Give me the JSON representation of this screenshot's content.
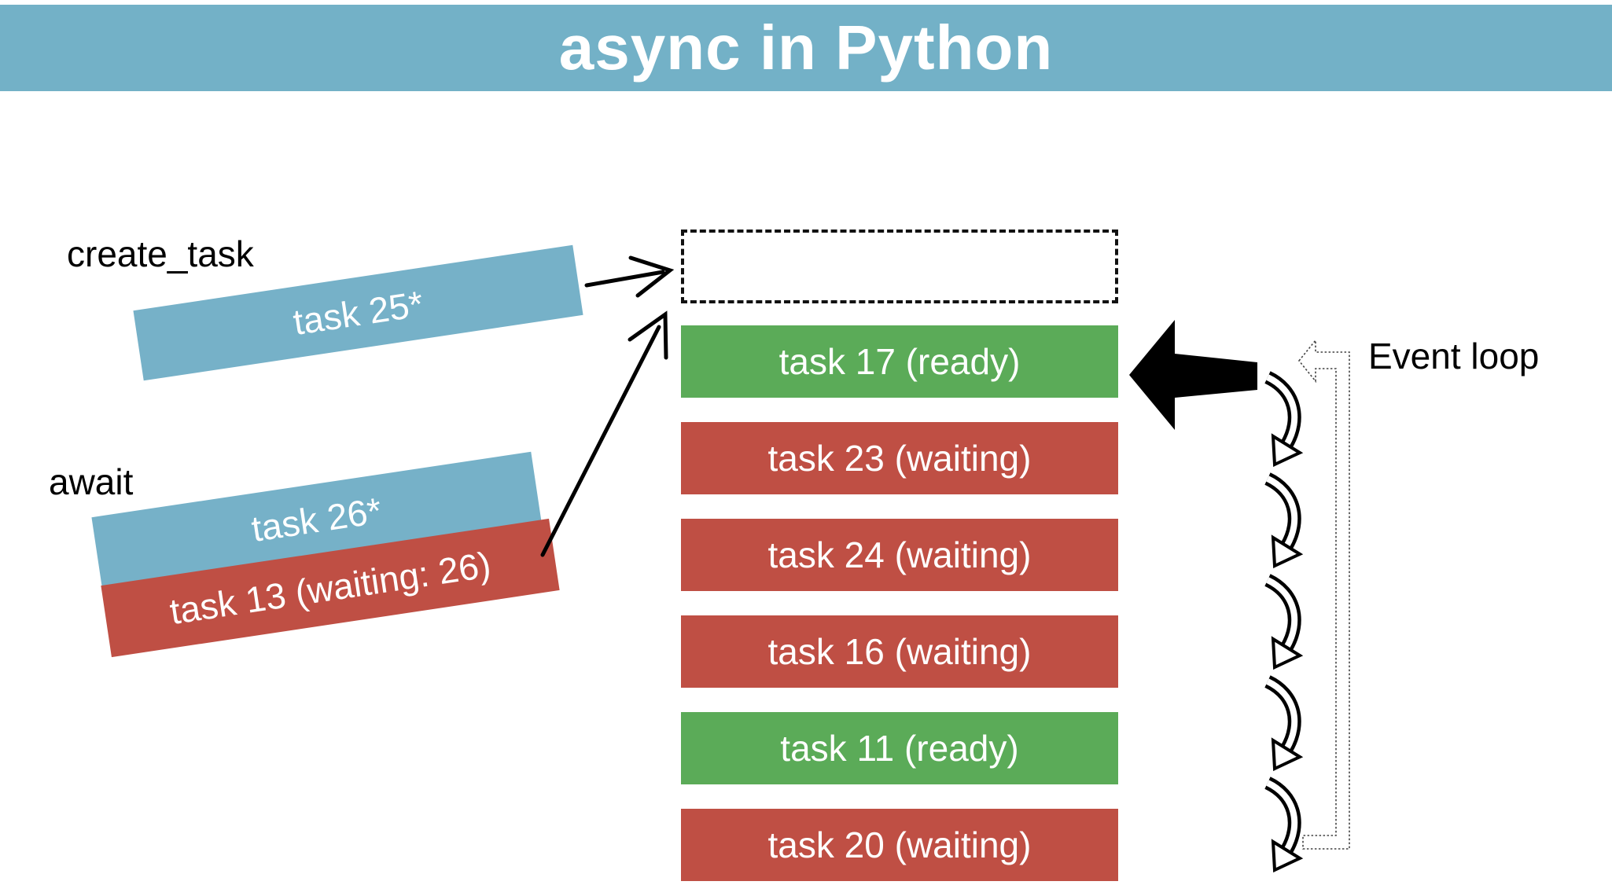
{
  "title": "async in Python",
  "colors": {
    "header": "#73b1c7",
    "task_blue": "#76b1c8",
    "ready_green": "#5bab58",
    "waiting_red": "#bf4f44",
    "text_light": "#ffffff",
    "text_dark": "#000000"
  },
  "labels": {
    "create_task": "create_task",
    "await": "await",
    "event_loop": "Event loop"
  },
  "floating_tasks": [
    {
      "label": "task 25*",
      "color": "blue"
    },
    {
      "label": "task 26*",
      "color": "blue"
    },
    {
      "label": "task 13 (waiting: 26)",
      "color": "red"
    }
  ],
  "queue": {
    "slots": [
      {
        "state": "empty",
        "label": ""
      },
      {
        "state": "ready",
        "label": "task 17 (ready)"
      },
      {
        "state": "waiting",
        "label": "task 23 (waiting)"
      },
      {
        "state": "waiting",
        "label": "task 24 (waiting)"
      },
      {
        "state": "waiting",
        "label": "task 16 (waiting)"
      },
      {
        "state": "ready",
        "label": "task 11 (ready)"
      },
      {
        "state": "waiting",
        "label": "task 20 (waiting)"
      }
    ]
  },
  "event_loop": {
    "cycle_arrow_count": 5
  },
  "icons": {
    "create_task_arrow": "thin-open-right-arrow",
    "await_arrow": "thin-open-up-right-arrow",
    "current_task_arrow": "solid-black-left-arrow",
    "event_loop_return_path": "hollow-dotted-left-arrow-loop",
    "cycle_arrow": "outlined-curved-down-arrow"
  }
}
